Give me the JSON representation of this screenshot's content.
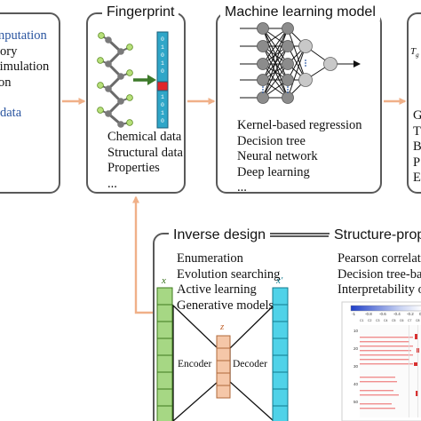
{
  "left_panel": {
    "items": [
      {
        "text": "mputation",
        "color": "blue"
      },
      {
        "text": "ory",
        "color": "plain"
      },
      {
        "text": " simulation",
        "color": "plain"
      },
      {
        "text": "ion",
        "color": "plain"
      },
      {
        "text": "data",
        "color": "blue"
      }
    ]
  },
  "fingerprint": {
    "title": "Fingerprint",
    "items": [
      "Chemical data",
      "Structural data",
      "Properties",
      "..."
    ]
  },
  "ml_model": {
    "title": "Machine learning model",
    "items": [
      "Kernel-based regression",
      "Decision tree",
      "Neural network",
      "Deep learning",
      "..."
    ]
  },
  "right_panel": {
    "symbol": "T",
    "subscript": "g",
    "letters": [
      "G",
      "T",
      "B",
      "P",
      "E"
    ]
  },
  "inverse_design": {
    "title": "Inverse design",
    "items": [
      "Enumeration",
      "Evolution searching",
      "Active learning",
      "Generative models"
    ],
    "x_label": "x",
    "z_label": "z",
    "x_prime_label": "x'",
    "encoder_label": "Encoder",
    "decoder_label": "Decoder"
  },
  "structure_property": {
    "title": "Structure-prop",
    "items": [
      "Pearson correlati",
      "Decision tree-bas",
      "Interpretability o"
    ],
    "colorbar_ticks": [
      "-1",
      "-0.8",
      "-0.6",
      "-0.4",
      "-0.2",
      "0"
    ],
    "y_ticks": [
      "10",
      "20",
      "30",
      "40",
      "50"
    ],
    "x_ticks": [
      "C1",
      "C2",
      "C3",
      "C4",
      "C5",
      "C6",
      "C7",
      "C8"
    ]
  },
  "colors": {
    "arrow": "#f0b088",
    "border": "#595959",
    "blue_text": "#2a55a0",
    "vector_green": "#a6d784",
    "latent_orange": "#f5c7a8",
    "output_cyan": "#4fd2e8",
    "node_gray": "#c8c8c8"
  }
}
